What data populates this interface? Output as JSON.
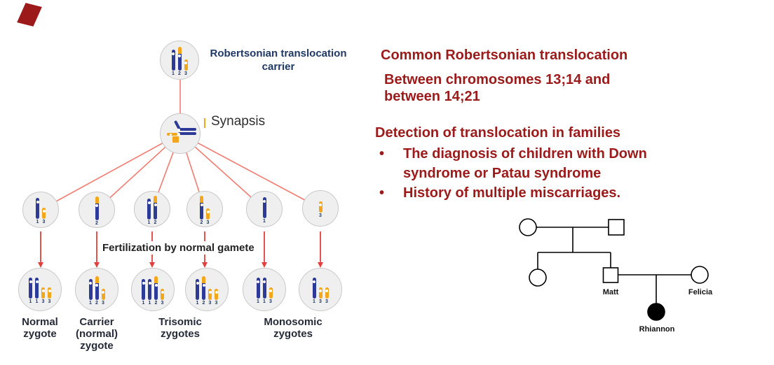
{
  "colors": {
    "blue": "#2e3a97",
    "orange": "#f2a71b",
    "red_line": "#f37c72",
    "red_arrow": "#e2403d",
    "maroon": "#9c1a1a",
    "navy": "#1f3864"
  },
  "diagram": {
    "carrier_label_lines": [
      "Robertsonian translocation",
      "carrier"
    ],
    "synapsis_label": "Synapsis",
    "fertilization_label": "Fertilization by normal gamete",
    "carrier_chromosomes": [
      "1",
      "2",
      "3"
    ],
    "gametes": [
      [
        "1",
        "3"
      ],
      [
        "2"
      ],
      [
        "1",
        "2"
      ],
      [
        "2",
        "3"
      ],
      [
        "1"
      ],
      [
        "3"
      ]
    ],
    "zygotes": [
      [
        "1",
        "1",
        "3",
        "3"
      ],
      [
        "1",
        "2",
        "3"
      ],
      [
        "1",
        "1",
        "2",
        "3"
      ],
      [
        "1",
        "2",
        "3",
        "3"
      ],
      [
        "1",
        "1",
        "3"
      ],
      [
        "1",
        "3",
        "3"
      ]
    ],
    "zygote_labels": [
      [
        "Normal",
        "zygote"
      ],
      [
        "Carrier",
        "(normal)",
        "zygote"
      ],
      [
        "Trisomic",
        "zygotes"
      ],
      [
        "Monosomic",
        "zygotes"
      ]
    ]
  },
  "notes": {
    "heading1": "Common Robertsonian translocation",
    "para1_lines": [
      "Between chromosomes 13;14 and",
      "between 14;21"
    ],
    "heading2": "Detection of translocation in families",
    "bullet_char": "•",
    "bullets": [
      [
        "The diagnosis of children with Down",
        "syndrome or Patau syndrome"
      ],
      [
        "History of multiple miscarriages."
      ]
    ]
  },
  "pedigree": {
    "father": "Matt",
    "mother": "Felicia",
    "child": "Rhiannon"
  }
}
